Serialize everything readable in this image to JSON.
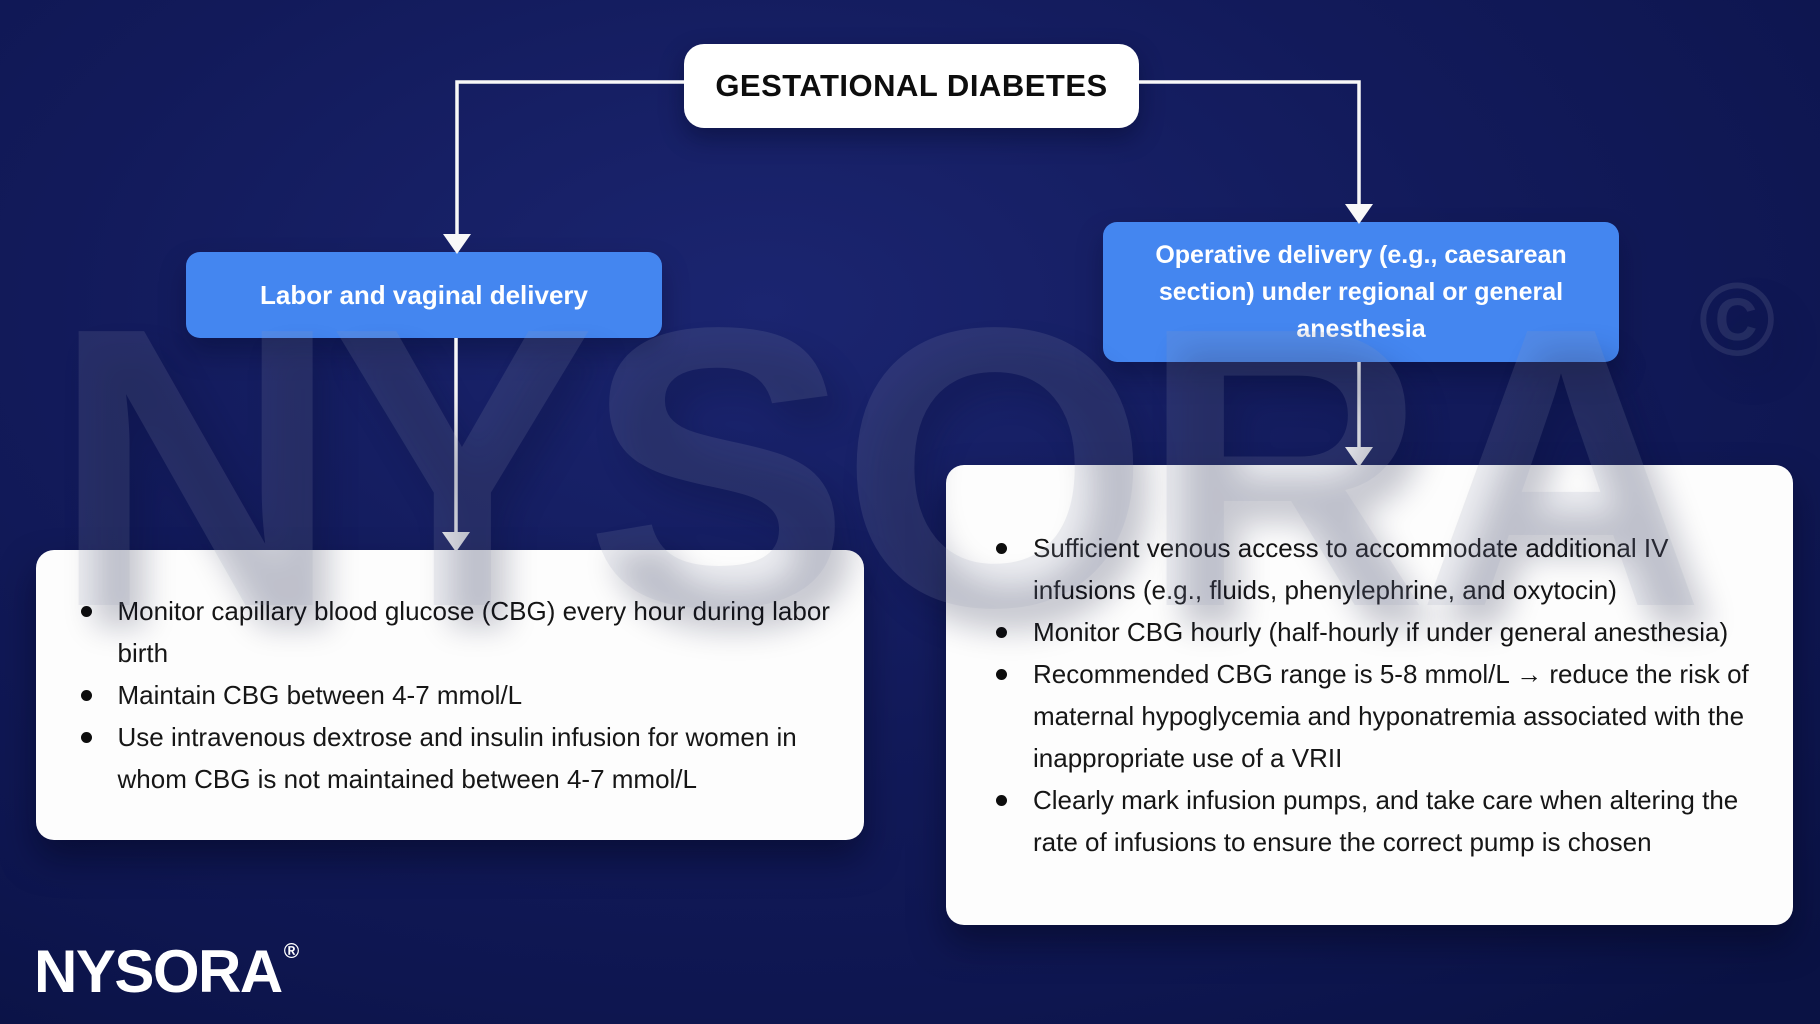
{
  "title": {
    "label": "GESTATIONAL DIABETES"
  },
  "branches": [
    {
      "label": "Labor and vaginal delivery",
      "bullets": [
        "Monitor capillary blood glucose (CBG) every hour during labor birth",
        "Maintain CBG between 4-7 mmol/L",
        "Use intravenous dextrose and insulin infusion for women in whom CBG is not maintained between 4-7 mmol/L"
      ]
    },
    {
      "label": "Operative delivery (e.g., caesarean section) under regional or general anesthesia",
      "bullets": [
        "Sufficient venous access to accommodate additional IV infusions (e.g., fluids, phenylephrine, and oxytocin)",
        "Monitor CBG hourly (half-hourly if under general anesthesia)",
        "Recommended CBG range is 5-8 mmol/L → reduce the risk of maternal hypoglycemia and hyponatremia associated with the inappropriate use of a VRII",
        "Clearly mark infusion pumps, and take care when altering the rate of infusions to ensure the correct pump is chosen"
      ]
    }
  ],
  "watermark": {
    "text": "NYSORA",
    "symbol": "©"
  },
  "logo": {
    "text": "NYSORA",
    "symbol": "®"
  },
  "colors": {
    "background": "#121a5a",
    "branch_blue": "#4486f0",
    "box_white": "#fdfdfd",
    "text_dark": "#161616",
    "connector_white": "#f8f8f8"
  }
}
